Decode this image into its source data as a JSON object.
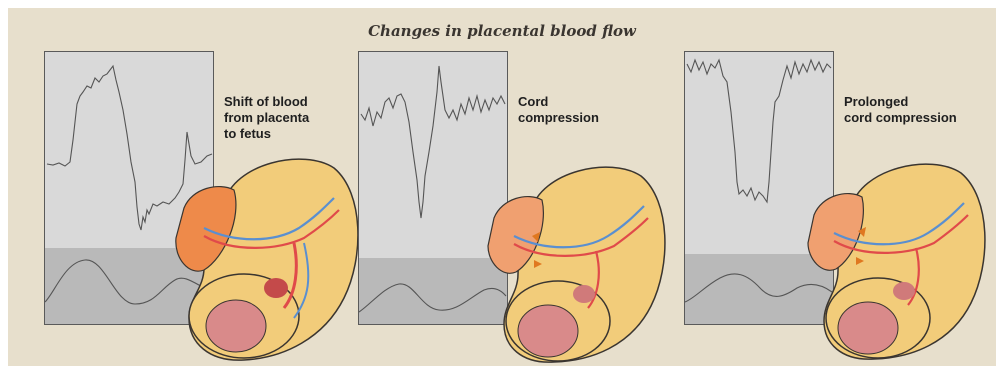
{
  "title": "Changes in placental blood flow",
  "colors": {
    "background": "#e7dfcc",
    "trace_box": "#d9d9d9",
    "trace_lower": "#b9b9b9",
    "trace_line": "#555555",
    "uterus": "#f2cc7a",
    "placenta": "#f0a070",
    "placenta_shift": "#ee8a4a",
    "artery": "#e04a4a",
    "vein": "#5a8fd0",
    "compression_marker": "#e07820"
  },
  "panels": [
    {
      "label": "Shift of blood\nfrom placenta\nto fetus",
      "icons": [
        "heart-rate-trace-icon",
        "uterine-contraction-trace-icon",
        "fetus-in-uterus-icon",
        "placenta-icon",
        "umbilical-cord-icon"
      ]
    },
    {
      "label": "Cord\ncompression",
      "icons": [
        "heart-rate-trace-icon",
        "uterine-contraction-trace-icon",
        "fetus-in-uterus-icon",
        "placenta-icon",
        "cord-compression-arrows-icon"
      ]
    },
    {
      "label": "Prolonged\ncord compression",
      "icons": [
        "heart-rate-trace-icon",
        "uterine-contraction-trace-icon",
        "fetus-in-uterus-icon",
        "placenta-icon",
        "cord-compression-arrows-icon"
      ]
    }
  ]
}
